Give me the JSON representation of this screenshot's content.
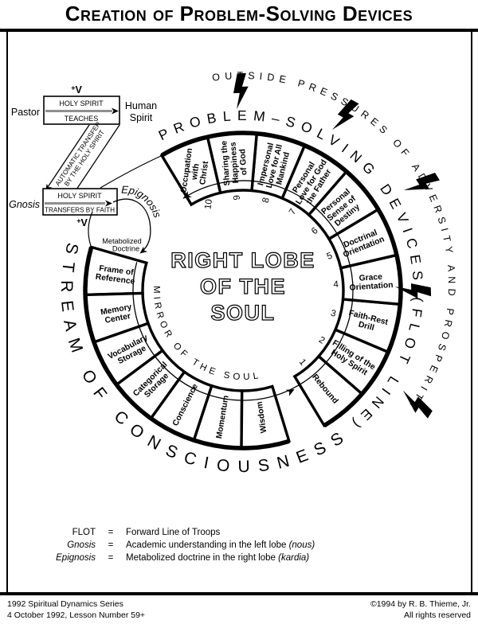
{
  "page": {
    "title": "Creation of Problem-Solving Devices"
  },
  "flow": {
    "pastor": "Pastor",
    "plus_v_top": "+V",
    "box1_line1": "HOLY SPIRIT",
    "box1_line2": "TEACHES",
    "human_spirit_line1": "Human",
    "human_spirit_line2": "Spirit",
    "band_line1": "AUTOMATIC TRANSFER",
    "band_line2": "BY THE HOLY SPIRIT",
    "gnosis": "Gnosis",
    "box2_line1": "HOLY SPIRIT",
    "box2_line2": "TRANSFERS BY FAITH",
    "plus_v_bottom": "+V",
    "epignosis": "Epignosis",
    "metabolized_line1": "Metabolized",
    "metabolized_line2": "Doctrine"
  },
  "ring": {
    "center_lines": [
      "RIGHT LOBE",
      "OF THE",
      "SOUL"
    ],
    "arc_title": "PROBLEM–SOLVING DEVICES (FLOT LINE)",
    "outside_pressures": "OUTSIDE PRESSURES OF ADVERSITY AND PROSPERITY",
    "stream": "STREAM OF CONSCIOUSNESS",
    "mirror": "MIRROR OF THE SOUL",
    "psd_segments": [
      {
        "num": "1",
        "lines": [
          "Rebound"
        ]
      },
      {
        "num": "2",
        "lines": [
          "Filling of the",
          "Holy Spirit"
        ]
      },
      {
        "num": "3",
        "lines": [
          "Faith-Rest",
          "Drill"
        ]
      },
      {
        "num": "4",
        "lines": [
          "Grace",
          "Orientation"
        ]
      },
      {
        "num": "5",
        "lines": [
          "Doctrinal",
          "Orientation"
        ]
      },
      {
        "num": "6",
        "lines": [
          "Personal",
          "Sense of",
          "Destiny"
        ]
      },
      {
        "num": "7",
        "lines": [
          "Personal",
          "Love for God",
          "the Father"
        ]
      },
      {
        "num": "8",
        "lines": [
          "Impersonal",
          "Love for All",
          "Mankind"
        ]
      },
      {
        "num": "9",
        "lines": [
          "Sharing the",
          "Happiness",
          "of God"
        ]
      },
      {
        "num": "10",
        "lines": [
          "Occupation",
          "with",
          "Christ"
        ]
      }
    ],
    "soul_segments": [
      {
        "key": "frame-of-reference",
        "lines": [
          "Frame of",
          "Reference"
        ]
      },
      {
        "key": "memory-center",
        "lines": [
          "Memory",
          "Center"
        ]
      },
      {
        "key": "vocabulary-storage",
        "lines": [
          "Vocabulary",
          "Storage"
        ]
      },
      {
        "key": "categorical-storage",
        "lines": [
          "Categorical",
          "Storage"
        ]
      },
      {
        "key": "conscience",
        "lines": [
          "Conscience"
        ]
      },
      {
        "key": "momentum",
        "lines": [
          "Momentum"
        ]
      },
      {
        "key": "wisdom",
        "lines": [
          "Wisdom"
        ]
      }
    ]
  },
  "legend": {
    "rows": [
      {
        "term": "FLOT",
        "eq": "=",
        "def": "Forward Line of Troops",
        "def_italic": ""
      },
      {
        "term": "Gnosis",
        "eq": "=",
        "def": "Academic understanding in the left lobe ",
        "def_italic": "(nous)"
      },
      {
        "term": "Epignosis",
        "eq": "=",
        "def": "Metabolized doctrine in the right lobe ",
        "def_italic": "(kardia)"
      }
    ]
  },
  "footer": {
    "left_line1": "1992 Spiritual Dynamics Series",
    "left_line2": "4 October 1992, Lesson Number 59+",
    "right_line1": "©1994 by R. B. Thieme, Jr.",
    "right_line2": "All rights reserved"
  },
  "colors": {
    "ink": "#000000",
    "paper": "#ffffff",
    "arrow_gray": "#8f8f8f"
  }
}
